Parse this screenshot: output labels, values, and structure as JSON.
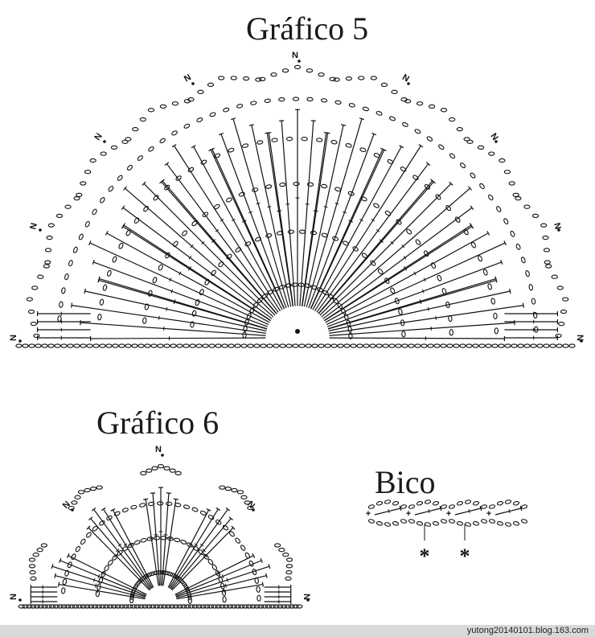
{
  "charts": {
    "chart5": {
      "title": "Gráfico 5",
      "marker": "N"
    },
    "chart6": {
      "title": "Gráfico 6",
      "marker": "N"
    },
    "bico": {
      "title": "Bico",
      "marker": "*"
    }
  },
  "footer": {
    "watermark": "yutong20140101.blog.163.com"
  },
  "colors": {
    "ink": "#111111",
    "footer_bg": "#d9d9d9"
  }
}
